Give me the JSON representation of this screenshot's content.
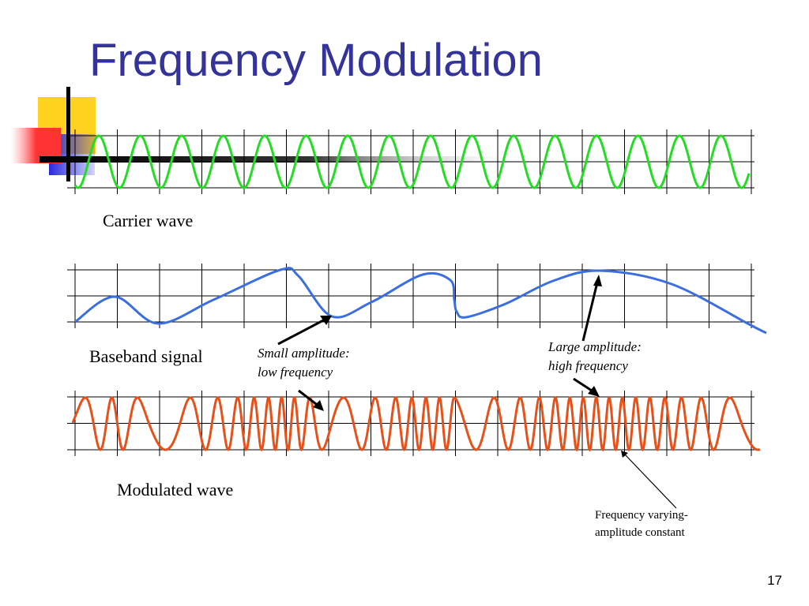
{
  "slide": {
    "title": "Frequency Modulation",
    "page_number": "17"
  },
  "labels": {
    "carrier": "Carrier wave",
    "baseband": "Baseband signal",
    "modulated": "Modulated wave"
  },
  "annotations": {
    "small_amplitude": {
      "line1": "Small amplitude:",
      "line2": "low frequency"
    },
    "large_amplitude": {
      "line1": "Large amplitude:",
      "line2": "high frequency"
    },
    "frequency_varying": {
      "line1": "Frequency varying-",
      "line2": "amplitude constant"
    }
  },
  "colors": {
    "title": "#333399",
    "carrier": "#22dd22",
    "baseband": "#3b6fe0",
    "modulated": "#e8501a",
    "grid": "#000000",
    "deco_yellow": "#ffd21f",
    "deco_red": "#ff3333",
    "deco_blue": "#2a2ae0"
  }
}
